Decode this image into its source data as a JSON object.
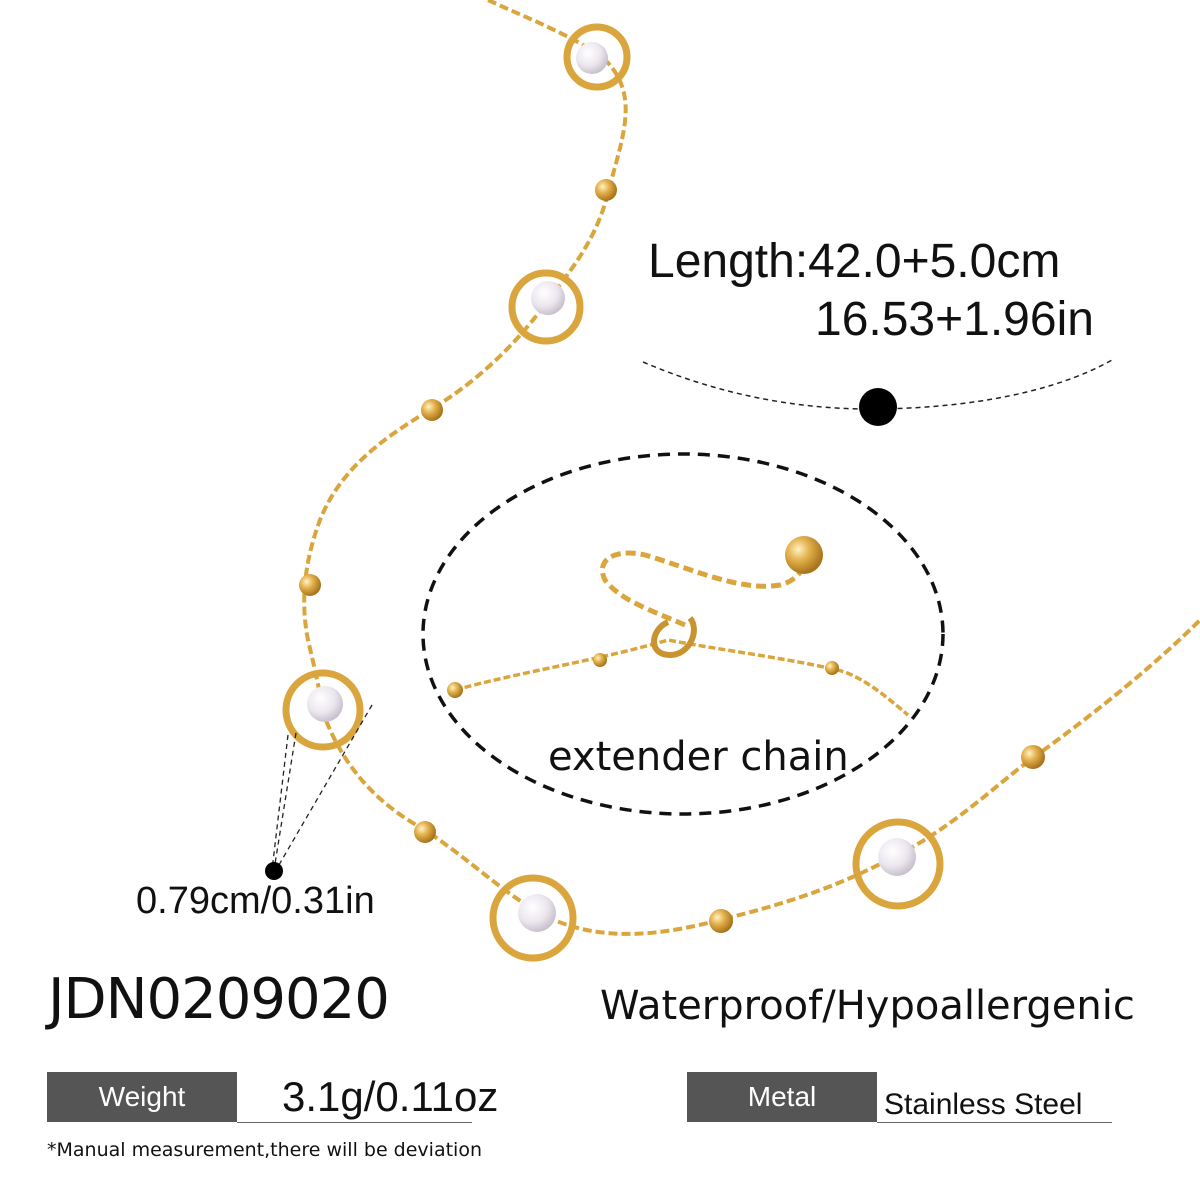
{
  "length": {
    "metric": "Length:42.0+5.0cm",
    "imperial": "16.53+1.96in"
  },
  "extender_label": "extender chain",
  "pendant_size": "0.79cm/0.31in",
  "sku": "JDN0209020",
  "features": "Waterproof/Hypoallergenic",
  "specs": {
    "weight_label": "Weight",
    "weight_value": "3.1g/0.11oz",
    "metal_label": "Metal",
    "metal_value": "Stainless Steel"
  },
  "disclaimer": "*Manual measurement,there will be deviation",
  "colors": {
    "gold": "#d9a53c",
    "label_bg": "#555555"
  }
}
